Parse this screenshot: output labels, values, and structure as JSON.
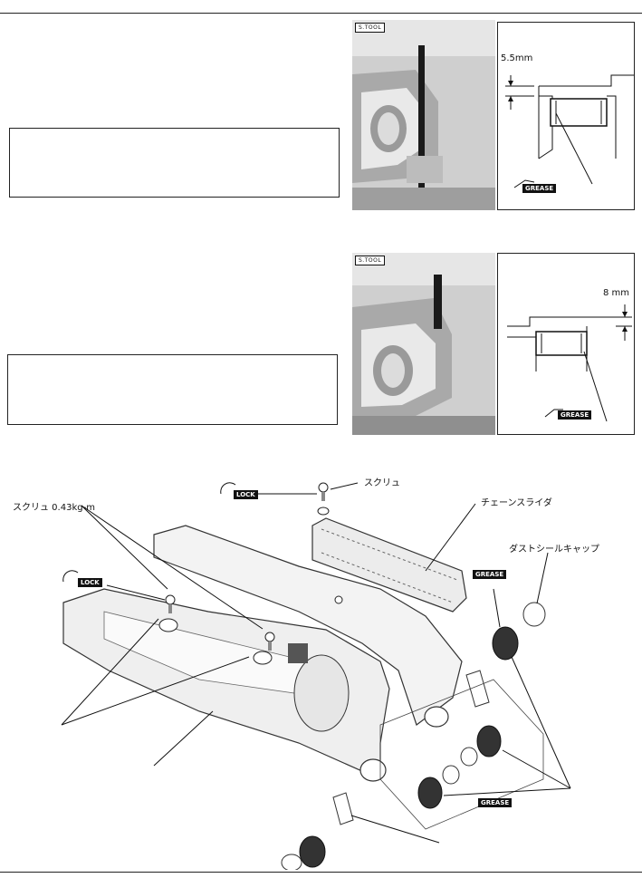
{
  "top_section": {
    "photo1": {
      "tool_tag": "S.TOOL"
    },
    "detail1": {
      "dimension": "5.5mm",
      "grease_tag": "GREASE"
    },
    "photo2": {
      "tool_tag": "S.TOOL"
    },
    "detail2": {
      "dimension": "8 mm",
      "grease_tag": "GREASE"
    }
  },
  "exploded_view": {
    "labels": {
      "screw_top": "スクリュ",
      "screw_torque": "スクリュ 0.43kg-m",
      "chain_slider": "チェーンスライダ",
      "dust_seal_cap": "ダストシールキャップ"
    },
    "tags": {
      "lock_top": "LOCK",
      "lock_left": "LOCK",
      "grease_upper": "GREASE",
      "grease_lower": "GREASE"
    }
  }
}
